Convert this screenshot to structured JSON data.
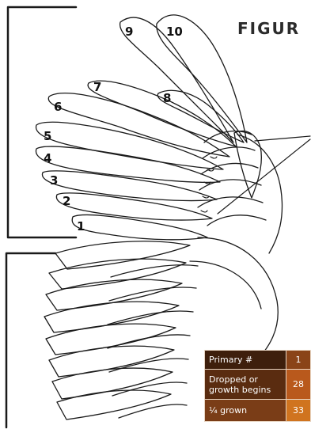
{
  "figure": {
    "title": "FIGUR",
    "feather_numbers": [
      "1",
      "2",
      "3",
      "4",
      "5",
      "6",
      "7",
      "8",
      "9",
      "10"
    ]
  },
  "table": {
    "rows": [
      {
        "label": "Primary #",
        "value": "1",
        "label_bg": "#3e1f0c",
        "value_bg": "#8a4418"
      },
      {
        "label": "Dropped or growth begins",
        "value": "28",
        "label_bg": "#5a2c10",
        "value_bg": "#b9591c"
      },
      {
        "label": "¼ grown",
        "value": "33",
        "label_bg": "#7a3d17",
        "value_bg": "#d0741f"
      }
    ]
  }
}
